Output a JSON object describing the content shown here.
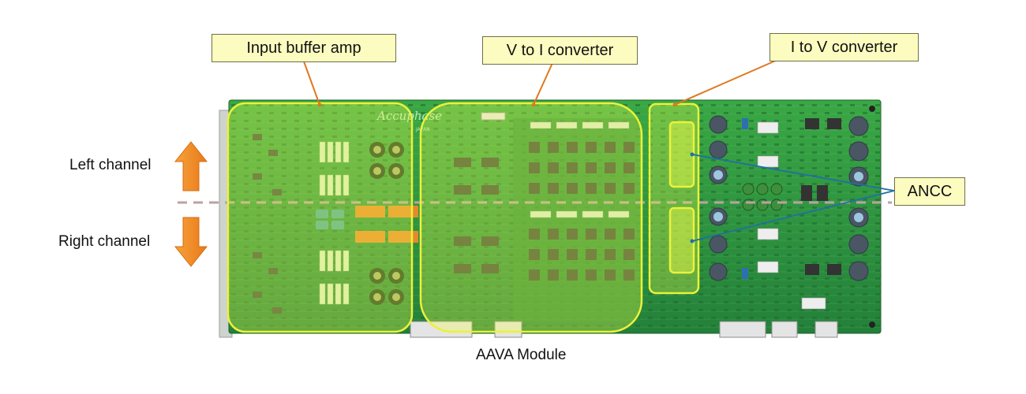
{
  "callouts": {
    "input_buffer": "Input buffer amp",
    "v_to_i": "V to I converter",
    "i_to_v": "I to V converter",
    "ancc": "ANCC"
  },
  "channels": {
    "left": "Left channel",
    "right": "Right channel"
  },
  "caption": "AAVA Module",
  "board_logo": {
    "brand": "Accuphase",
    "origin": "JAPAN"
  },
  "colors": {
    "board_green": "#2f9a3c",
    "highlight_yellow": "#e8f23c",
    "callout_fill": "#fdfcc0",
    "leader_orange": "#e0781e",
    "arrow_orange": "#f08a1c",
    "divider": "#b9a3a3"
  }
}
